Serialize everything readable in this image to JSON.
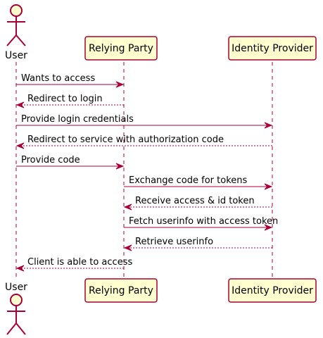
{
  "participants": [
    {
      "id": "user",
      "label": "User",
      "kind": "actor"
    },
    {
      "id": "rp",
      "label": "Relying Party",
      "kind": "participant"
    },
    {
      "id": "idp",
      "label": "Identity Provider",
      "kind": "participant"
    }
  ],
  "messages": [
    {
      "from": "user",
      "to": "rp",
      "label": "Wants to access",
      "style": "solid"
    },
    {
      "from": "rp",
      "to": "user",
      "label": "Redirect to login",
      "style": "dashed"
    },
    {
      "from": "user",
      "to": "idp",
      "label": "Provide login credentials",
      "style": "solid"
    },
    {
      "from": "idp",
      "to": "user",
      "label": "Redirect to service with authorization code",
      "style": "dashed"
    },
    {
      "from": "user",
      "to": "rp",
      "label": "Provide code",
      "style": "solid"
    },
    {
      "from": "rp",
      "to": "idp",
      "label": "Exchange code for tokens",
      "style": "solid"
    },
    {
      "from": "idp",
      "to": "rp",
      "label": "Receive access & id token",
      "style": "dashed"
    },
    {
      "from": "rp",
      "to": "idp",
      "label": "Fetch userinfo with access token",
      "style": "solid"
    },
    {
      "from": "idp",
      "to": "rp",
      "label": "Retrieve userinfo",
      "style": "dashed"
    },
    {
      "from": "rp",
      "to": "user",
      "label": "Client is able to access",
      "style": "dashed"
    }
  ],
  "colors": {
    "line": "#A80036",
    "box_fill": "#FEFECE",
    "text": "#000000"
  }
}
